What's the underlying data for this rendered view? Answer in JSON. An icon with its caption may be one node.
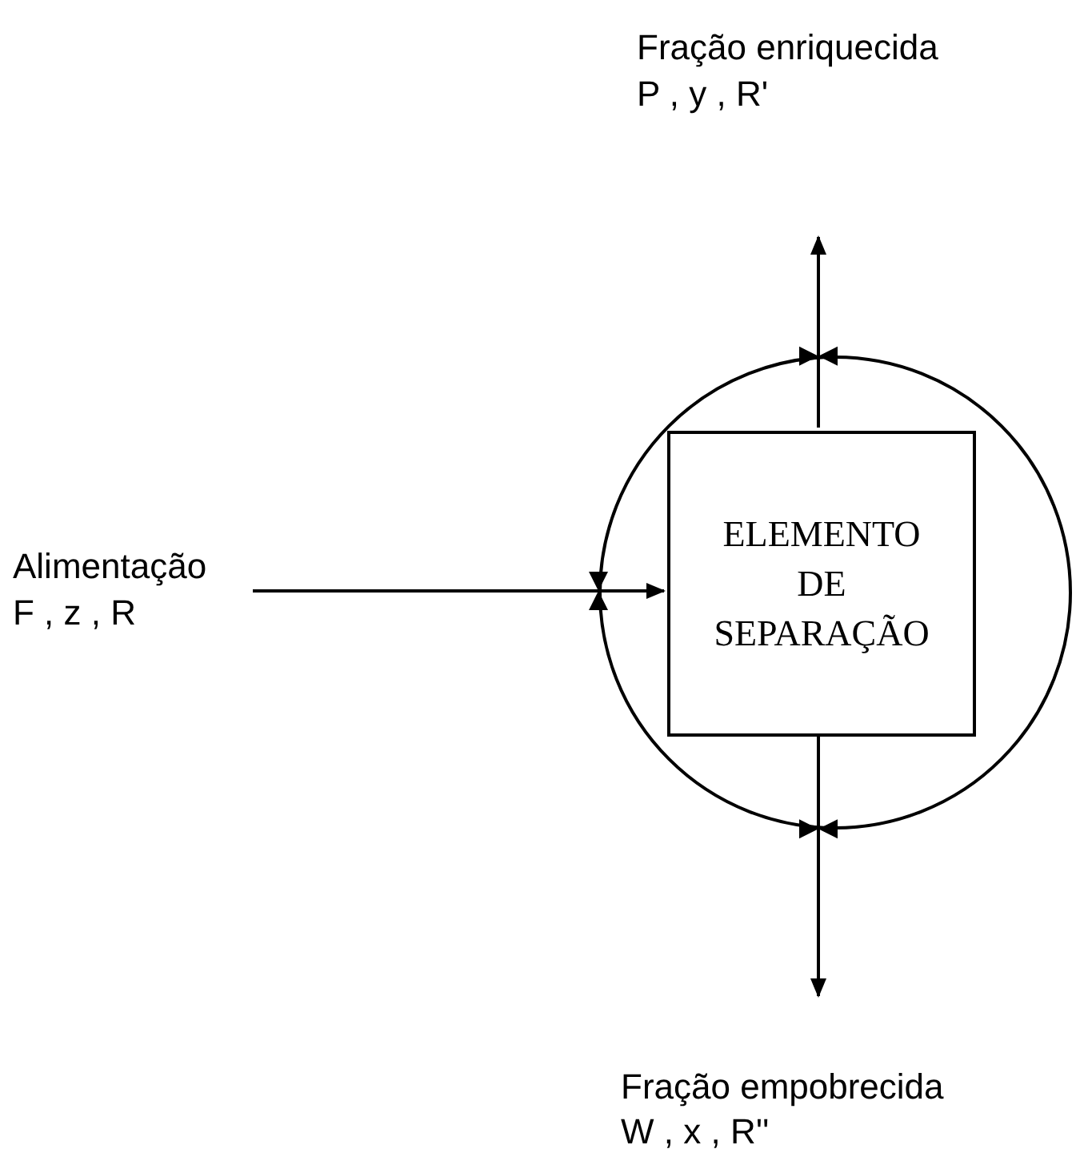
{
  "diagram": {
    "nodes": [
      {
        "text": [
          "Alimentação",
          "F , z , R"
        ]
      },
      {
        "text": [],
        "shape": "circle"
      },
      {
        "text": [
          "ELEMENTO DE SEPARAÇÃO"
        ],
        "in": 1
      },
      {
        "text": [
          "Fração enriquecida",
          "P , y , R'"
        ]
      },
      {
        "text": [
          "Fração empobrecida",
          "W , x , R''"
        ]
      }
    ],
    "edges": [
      {
        "from": 0,
        "to": 2,
        "arrow": "to"
      },
      {
        "from": 2,
        "to": 3,
        "arrow": "to"
      },
      {
        "from": 2,
        "to": 4,
        "arrow": "to"
      }
    ]
  }
}
